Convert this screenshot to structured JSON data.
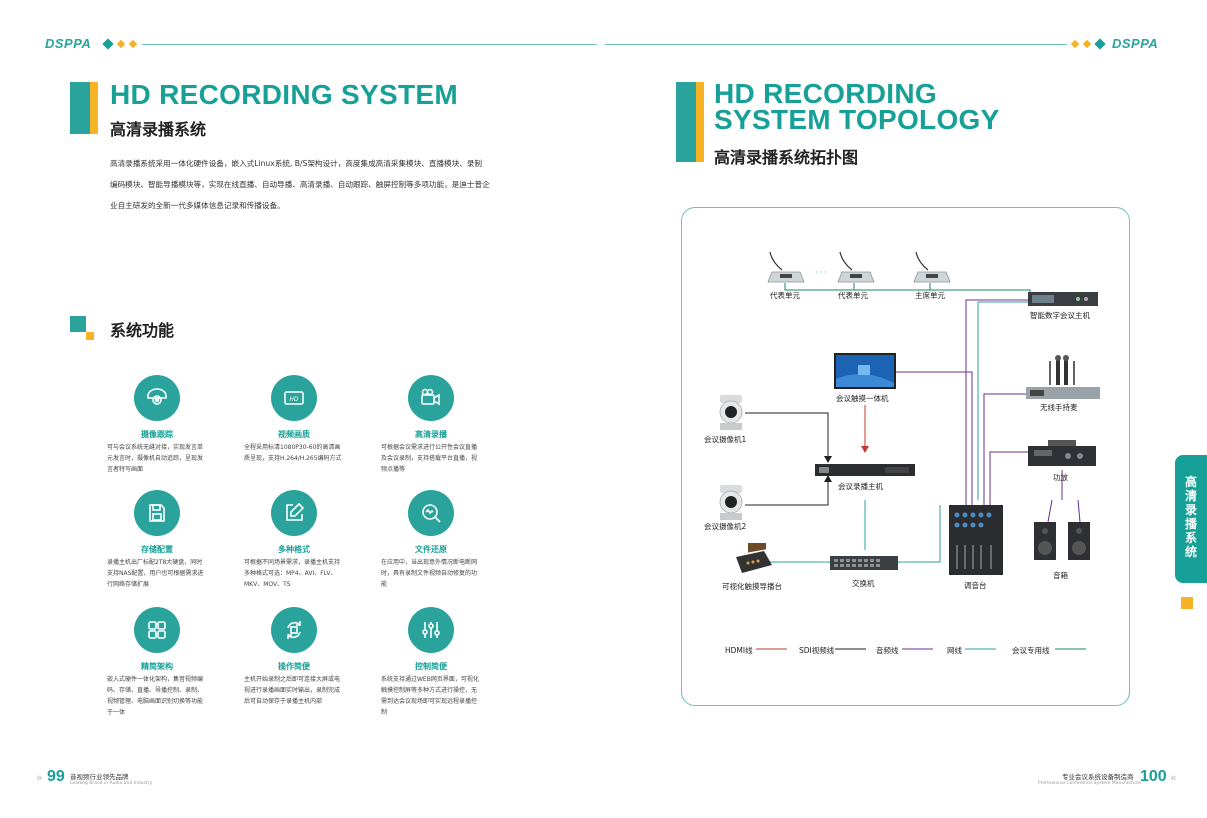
{
  "brand": "DSPPA",
  "left": {
    "title_en": "HD RECORDING SYSTEM",
    "title_cn": "高清录播系统",
    "intro": [
      "高清录播系统采用一体化硬件设备，嵌入式Linux系统, B/S架构设计，高度集成高清采集模块、直播模块、录制",
      "编码模块、智能导播模块等，实现在线直播、自动导播、高清录播、自动跟踪、触屏控制等多项功能，是迪士普企",
      "业自主研发的全新一代多媒体信息记录和传播设备。"
    ],
    "features_title": "系统功能",
    "features": [
      {
        "icon": "camera-tracking-icon",
        "title": "摄像跟踪",
        "desc": "可与会议系统无缝对接，实现发言单元发言时，摄像机自动追踪，呈现发言者特写画面"
      },
      {
        "icon": "hd-video-icon",
        "title": "视频画质",
        "desc": "全程采用标清1080P30-60的高清画质呈现，支持H.264/H.265编码方式"
      },
      {
        "icon": "video-camera-icon",
        "title": "高清录播",
        "desc": "可根据会议需求进行公开性会议直播及会议录制，支持搭载平台直播，视频点播等"
      },
      {
        "icon": "save-disk-icon",
        "title": "存储配置",
        "desc": "录播主机出厂标配2T8大硬盘，同时支持NAS配置，用户也可根据需求进行网络存储扩展"
      },
      {
        "icon": "edit-icon",
        "title": "多种格式",
        "desc": "可根据不同场景需求，录播主机支持多种格式可选：MP4、AVI、FLV、MKV、MOV、TS"
      },
      {
        "icon": "search-restore-icon",
        "title": "文件还原",
        "desc": "在应用中，当出现意外情况断电断网时，具有录制文件视频自动修复的功能"
      },
      {
        "icon": "grid-apps-icon",
        "title": "精简架构",
        "desc": "嵌入式硬件一体化架构，集音视频编码、存储、直播、导播控制、录制、视频管理、电脑画面识别切换等功能于一体"
      },
      {
        "icon": "sync-icon",
        "title": "操作简便",
        "desc": "主机开始录制之后即可连接大屏或电视进行录播画面实时输出，录制完成后可自动保存于录播主机内部"
      },
      {
        "icon": "sliders-icon",
        "title": "控制简便",
        "desc": "系统支持通过WEB网页界面，可视化触摸控制屏等多种方式进行操控，无需到达会议现场即可实现远程录播控制"
      }
    ],
    "page_number": "99",
    "footer_cn": "音视频行业领先品牌",
    "footer_en": "Leading Brand in Audio and Industry"
  },
  "right": {
    "title_en_line1": "HD RECORDING",
    "title_en_line2": "SYSTEM TOPOLOGY",
    "title_cn": "高清录播系统拓扑图",
    "labels": {
      "delegate1": "代表单元",
      "ellipsis": "· · ·",
      "delegate2": "代表单元",
      "chairman": "主席单元",
      "conf_host": "智能数字会议主机",
      "touch_panel": "会议触摸一体机",
      "wireless_mic": "无线手持麦",
      "camera1": "会议摄像机1",
      "amplifier": "功放",
      "recorder": "会议录播主机",
      "camera2": "会议摄像机2",
      "mixer": "调音台",
      "speaker": "音箱",
      "director": "可视化触摸导播台",
      "switch": "交换机"
    },
    "legend": [
      {
        "label": "HDMI线",
        "color": "#c0392b"
      },
      {
        "label": "SDI视频线",
        "color": "#222222"
      },
      {
        "label": "音频线",
        "color": "#6a2c91"
      },
      {
        "label": "网线",
        "color": "#2aa39c"
      },
      {
        "label": "会议专用线",
        "color": "#1a8a5a"
      }
    ],
    "side_tab": "高清录播系统",
    "page_number": "100",
    "footer_cn": "专业会议系统设备制造商",
    "footer_en": "Professional Conference System Manufacturer"
  }
}
